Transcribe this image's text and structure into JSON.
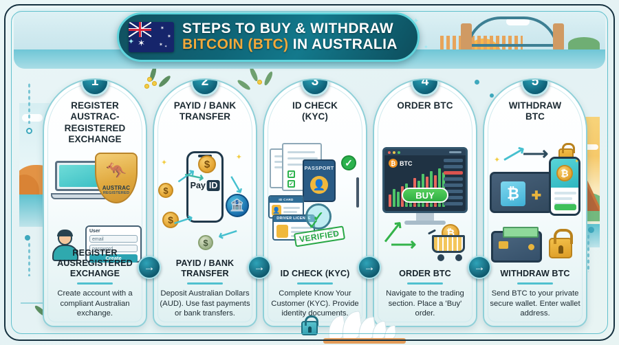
{
  "header": {
    "flag_name": "australian-flag",
    "title_line1": "STEPS TO BUY & WITHDRAW",
    "title_line2_highlight": "BITCOIN (BTC)",
    "title_line2_rest": " IN AUSTRALIA",
    "landmark_left": "sydney-opera-house",
    "landmark_right": "sydney-harbour-bridge"
  },
  "colors": {
    "accent_teal": "#2ba3b2",
    "deep_teal": "#0d5b72",
    "gold": "#f2a93b",
    "green": "#2bb24c",
    "bitcoin_orange": "#f0911e",
    "card_border": "#8fd0d8",
    "background": "#e9f5f6"
  },
  "arrows": {
    "glyph": "→",
    "count": 4
  },
  "bottom_lock_icon": "lock-icon",
  "steps": [
    {
      "number": "1",
      "top_title": "REGISTER\nAUSTRAC-REGISTERED\nEXCHANGE",
      "bottom_title": "REGISTER\nAUSREGISTERED\nEXCHANGE",
      "description": "Create account with a compliant Australian exchange.",
      "art": {
        "shield_roo": "kangaroo-icon",
        "shield_text1": "AUSTRAC",
        "shield_text2": "REGISTERED",
        "form_label": "User",
        "form_email_placeholder": "email",
        "form_password_placeholder": "password",
        "form_button": "Create"
      }
    },
    {
      "number": "2",
      "top_title": "PAYID / BANK\nTRANSFER",
      "bottom_title": "PAYID / BANK\nTRANSFER",
      "description": "Deposit Australian Dollars (AUD). Use fast payments or bank transfers.",
      "art": {
        "phone_label_pay": "Pay",
        "phone_label_id": "ID",
        "coin_symbol": "$",
        "bank_icon": "bank-icon"
      }
    },
    {
      "number": "3",
      "top_title": "ID CHECK\n(KYC)",
      "bottom_title": "ID CHECK (KYC)",
      "description": "Complete Know Your Customer (KYC). Provide identity documents.",
      "art": {
        "passport_label": "PASSPORT",
        "license_label": "DRIVER LICENSE",
        "stamp": "VERIFIED",
        "check_glyph": "✓",
        "magnifier": "magnifier-icon"
      }
    },
    {
      "number": "4",
      "top_title": "ORDER BTC",
      "bottom_title": "ORDER BTC",
      "description": "Navigate to the trading section. Place a 'Buy' order.",
      "art": {
        "ticker": "BTC",
        "btc_symbol": "₿",
        "buy_button": "BUY",
        "cart_icon": "shopping-cart-icon"
      }
    },
    {
      "number": "5",
      "top_title": "WITHDRAW\nBTC",
      "bottom_title": "WITHDRAW BTC",
      "description": "Send BTC to your private secure wallet. Enter wallet address.",
      "art": {
        "btc_symbol": "₿",
        "hardware_wallet": "hardware-wallet-icon",
        "phone": "mobile-wallet-icon",
        "wallet": "wallet-icon",
        "lock": "padlock-icon"
      }
    }
  ]
}
